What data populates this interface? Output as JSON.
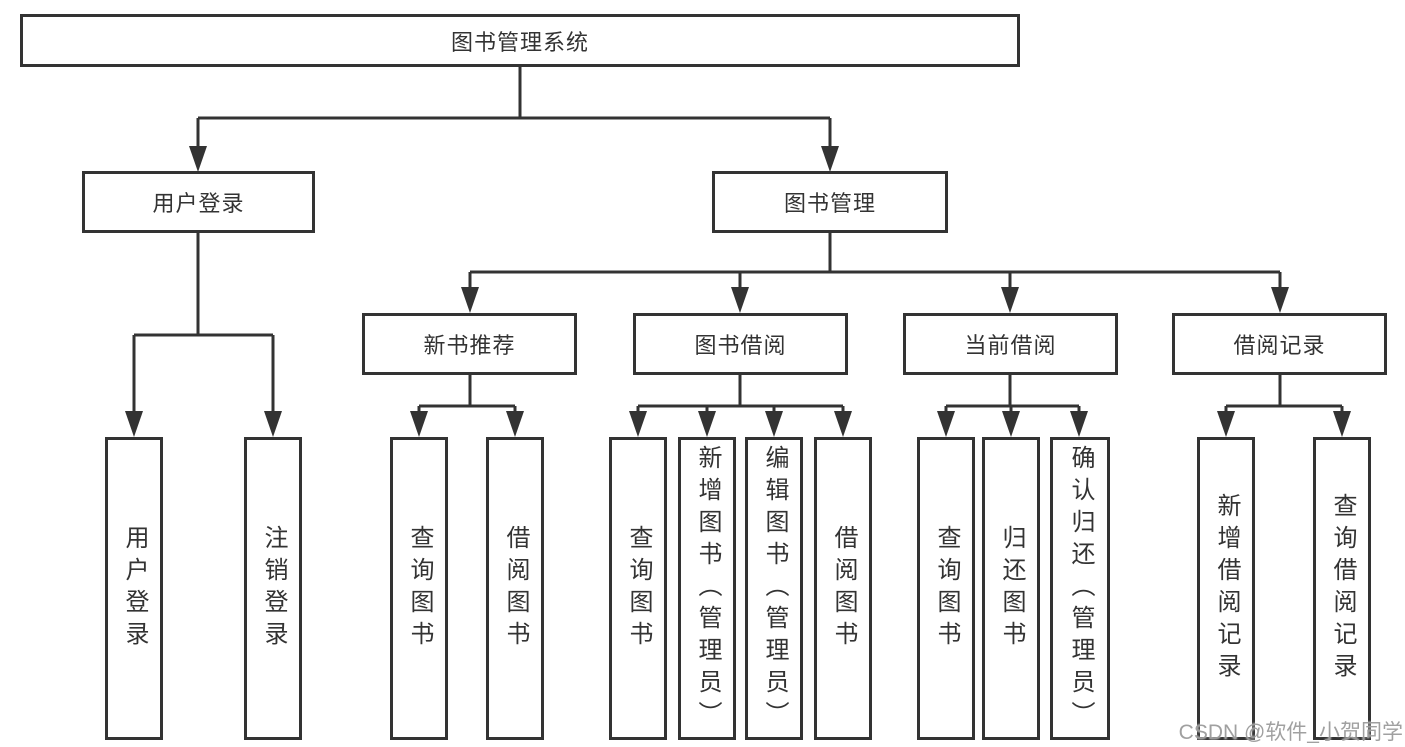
{
  "tree": {
    "root": {
      "label": "图书管理系统"
    },
    "branches": [
      {
        "label": "用户登录",
        "children": [
          {
            "label": "用户登录"
          },
          {
            "label": "注销登录"
          }
        ]
      },
      {
        "label": "图书管理",
        "children": [
          {
            "label": "新书推荐",
            "children": [
              {
                "label": "查询图书"
              },
              {
                "label": "借阅图书"
              }
            ]
          },
          {
            "label": "图书借阅",
            "children": [
              {
                "label": "查询图书"
              },
              {
                "label": "新增图书（管理员）"
              },
              {
                "label": "编辑图书（管理员）"
              },
              {
                "label": "借阅图书"
              }
            ]
          },
          {
            "label": "当前借阅",
            "children": [
              {
                "label": "查询图书"
              },
              {
                "label": "归还图书"
              },
              {
                "label": "确认归还（管理员）"
              }
            ]
          },
          {
            "label": "借阅记录",
            "children": [
              {
                "label": "新增借阅记录"
              },
              {
                "label": "查询借阅记录"
              }
            ]
          }
        ]
      }
    ]
  },
  "watermark": {
    "text": "CSDN @软件_小贺同学",
    "color": "#989898"
  },
  "colors": {
    "line": "#333333",
    "box_border": "#333333",
    "box_fill": "#ffffff",
    "text": "#333333",
    "background": "#ffffff"
  }
}
